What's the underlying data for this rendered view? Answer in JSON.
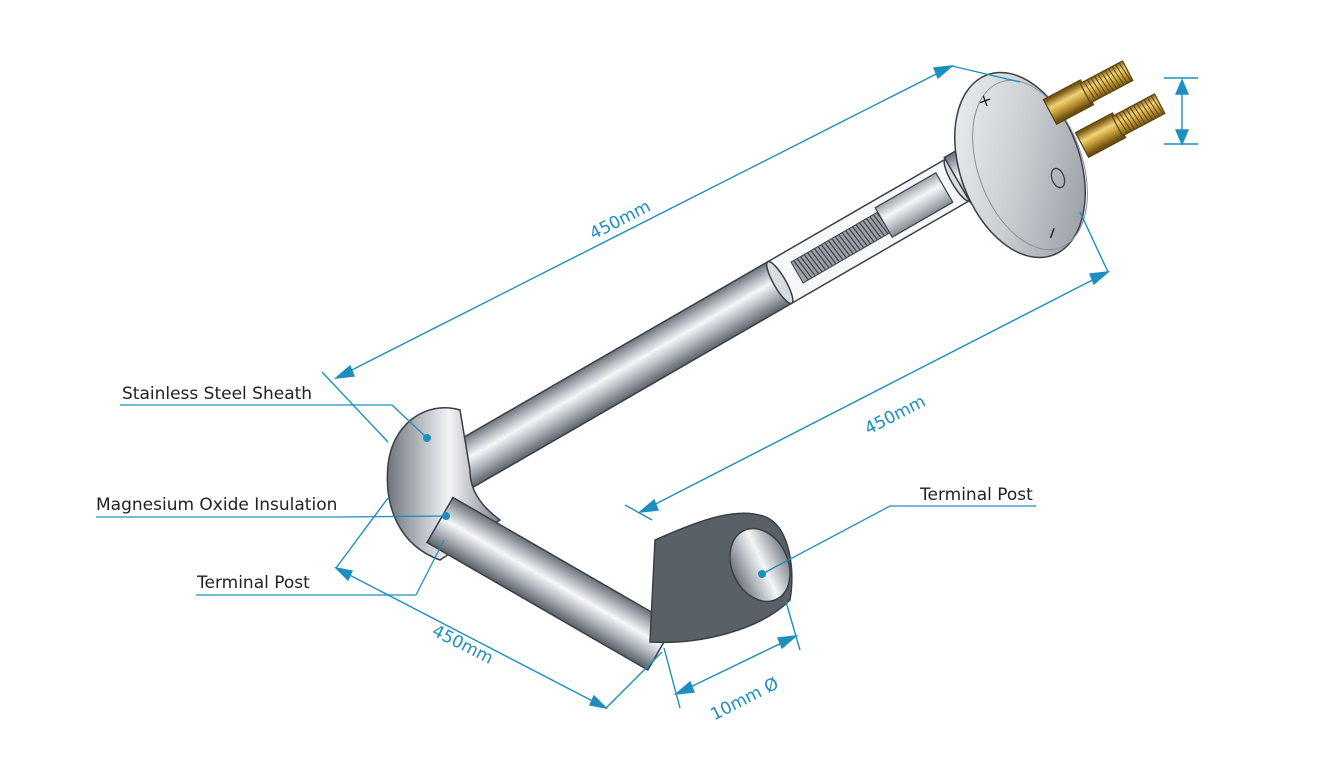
{
  "labels": {
    "stainless_steel_sheath": "Stainless Steel Sheath",
    "magnesium_oxide_insulation": "Magnesium Oxide Insulation",
    "terminal_post_left": "Terminal Post",
    "terminal_post_right": "Terminal Post"
  },
  "dimensions": {
    "top_length": "450mm",
    "middle_length": "450mm",
    "bottom_length": "450mm",
    "diameter": "10mm Ø"
  },
  "flange_marks": {
    "plus": "+",
    "minus": "−"
  },
  "colors": {
    "dimension_line": "#1d8fbf",
    "leader_line": "#1d8fbf",
    "steel_dark": "#7c8289",
    "steel_light": "#f2f4f6",
    "brass": "#c9a23e",
    "label_text": "#222222"
  }
}
